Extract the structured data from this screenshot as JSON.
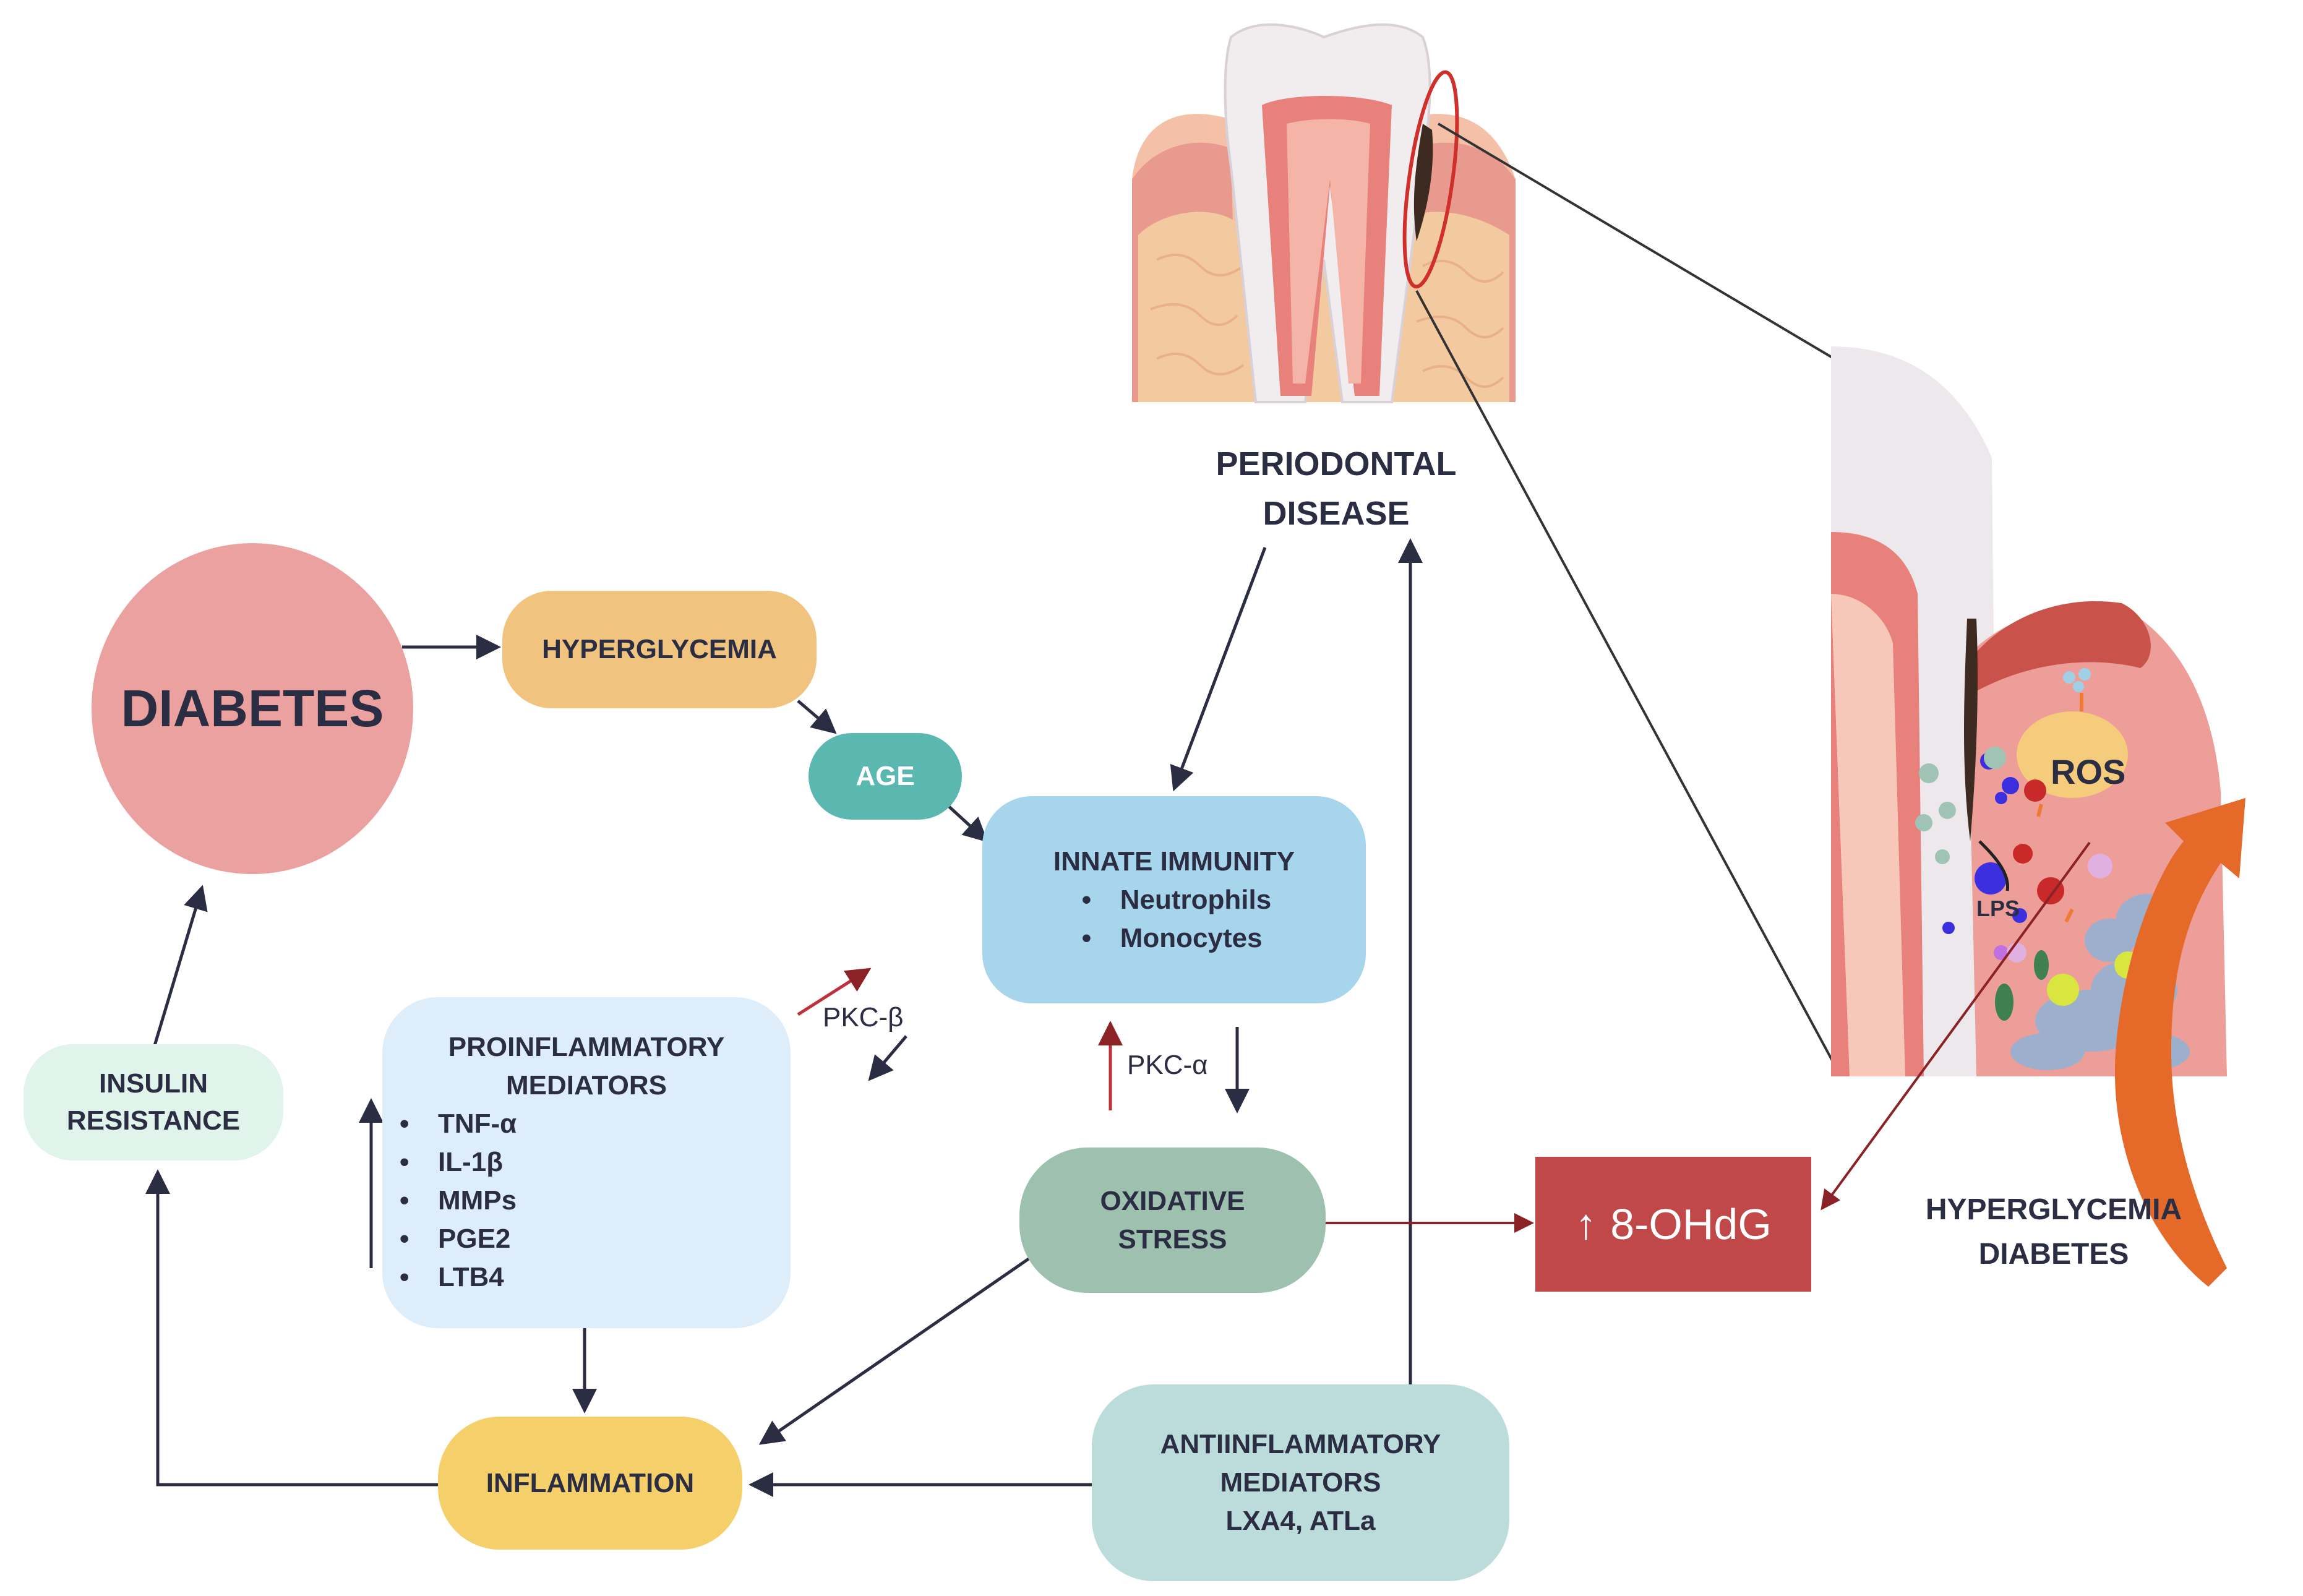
{
  "nodes": {
    "diabetes": "DIABETES",
    "hyperglycemia": "HYPERGLYCEMIA",
    "age": "AGE",
    "innate_immunity": {
      "title": "INNATE IMMUNITY",
      "items": [
        "Neutrophils",
        "Monocytes"
      ]
    },
    "insulin_resistance": [
      "INSULIN",
      "RESISTANCE"
    ],
    "proinflammatory": {
      "title": [
        "PROINFLAMMATORY",
        "MEDIATORS"
      ],
      "items": [
        "TNF-α",
        "IL-1β",
        "MMPs",
        "PGE2",
        "LTB4"
      ]
    },
    "oxidative_stress": [
      "OXIDATIVE",
      "STRESS"
    ],
    "inflammation": "INFLAMMATION",
    "antiinflammatory": [
      "ANTIINFLAMMATORY",
      "MEDIATORS",
      "LXA4, ATLa"
    ],
    "ohdg": {
      "arrow": "↑",
      "label": "8-OHdG"
    }
  },
  "labels": {
    "periodontal_disease": [
      "PERIODONTAL",
      "DISEASE"
    ],
    "pkc_beta": "PKC-β",
    "pkc_alpha": "PKC-α",
    "hyperglycemia_diabetes": [
      "HYPERGLYCEMIA",
      "DIABETES"
    ],
    "ros": "ROS",
    "lps": "LPS"
  },
  "colors": {
    "diabetes": "#EAA1A0",
    "hyperglycemia": "#F0C47E",
    "age": "#5BB8B0",
    "innate_immunity": "#A6D5EC",
    "insulin_resistance": "#E0F4EC",
    "proinflammatory": "#DDEDFA",
    "oxidative_stress": "#9EC1AF",
    "inflammation": "#F5CF6A",
    "antiinflammatory": "#BCDCDC",
    "ohdg": "#C04848",
    "arrow_dark": "#2b2d42",
    "arrow_red": "#c0303a"
  },
  "icons": [
    "tooth-cross-section-icon",
    "gum-tissue-zoom-icon",
    "curved-arrow-icon"
  ]
}
